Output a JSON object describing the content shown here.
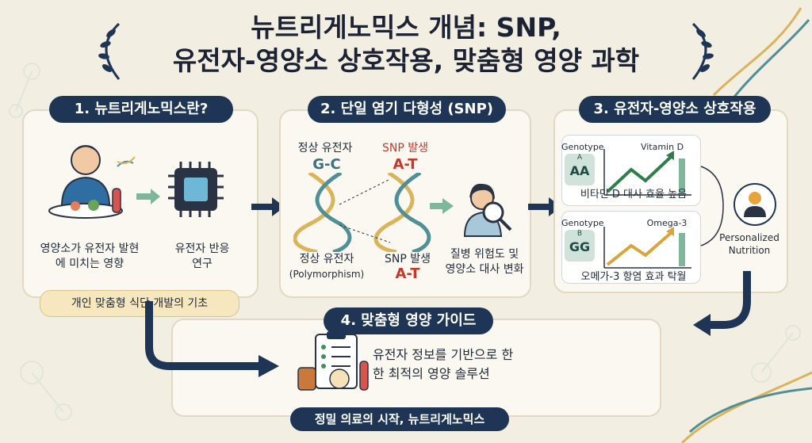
{
  "title": {
    "line1": "뉴트리게노믹스 개념: SNP,",
    "line2": "유전자-영양소 상호작용, 맞춤형 영양 과학"
  },
  "section1": {
    "header": "1. 뉴트리게노믹스란?",
    "left_caption_line1": "영양소가 유전자 발현",
    "left_caption_line2": "에 미치는 영향",
    "right_caption_line1": "유전자 반응",
    "right_caption_line2": "연구",
    "note": "개인 맞춤형 식단 개발의 기초"
  },
  "section2": {
    "header": "2. 단일 염기 다형성 (SNP)",
    "normal_label": "정상 유전자",
    "normal_pair": "G-C",
    "snp_label": "SNP 발생",
    "snp_pair": "A-T",
    "normal_label_bottom": "정상 유전자",
    "polymorphism": "(Polymorphism)",
    "snp_label_bottom": "SNP 발생",
    "snp_pair_bottom": "A-T",
    "result_line1": "질병 위험도 및",
    "result_line2": "영양소 대사 변화"
  },
  "section3": {
    "header": "3. 유전자-영양소 상호작용",
    "chart1": {
      "genotype_label": "Genotype",
      "badge_small": "A",
      "badge": "AA",
      "nutrient": "Vitamin D",
      "caption": "비타민 D 대사 효율 높음"
    },
    "chart2": {
      "genotype_label": "Genotype",
      "badge_small": "B",
      "badge": "GG",
      "nutrient": "Omega-3",
      "caption": "오메가-3 항염 효과 탁월"
    },
    "personalized_line1": "Personalized",
    "personalized_line2": "Nutrition"
  },
  "section4": {
    "header": "4. 맞춤형 영양 가이드",
    "text_line1": "유전자 정보를 기반으로 한",
    "text_line2": "한 최적의 영양 솔루션",
    "footer": "정밀 의료의 시작, 뉴트리게노믹스"
  },
  "colors": {
    "navy": "#1e3556",
    "snp_red": "#c0392b",
    "green_arrow": "#7fb79a",
    "dna_teal": "#4f8f95",
    "dna_gold": "#d9b45a"
  }
}
